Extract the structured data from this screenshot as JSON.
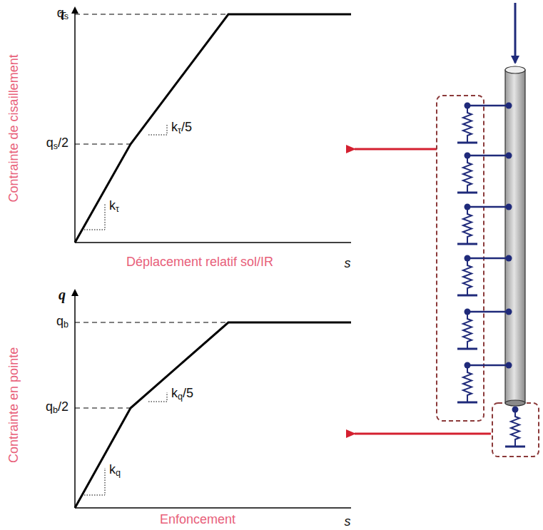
{
  "diagram": {
    "labels": [
      "τ",
      "qs",
      "qs/2",
      "kτ/5",
      "kτ",
      "s",
      "Contrainte de cisaillement",
      "Déplacement relatif sol/IR",
      "q",
      "qb",
      "qb/2",
      "kq/5",
      "kq",
      "s",
      "Contrainte en pointe",
      "Enfoncement"
    ]
  }
}
